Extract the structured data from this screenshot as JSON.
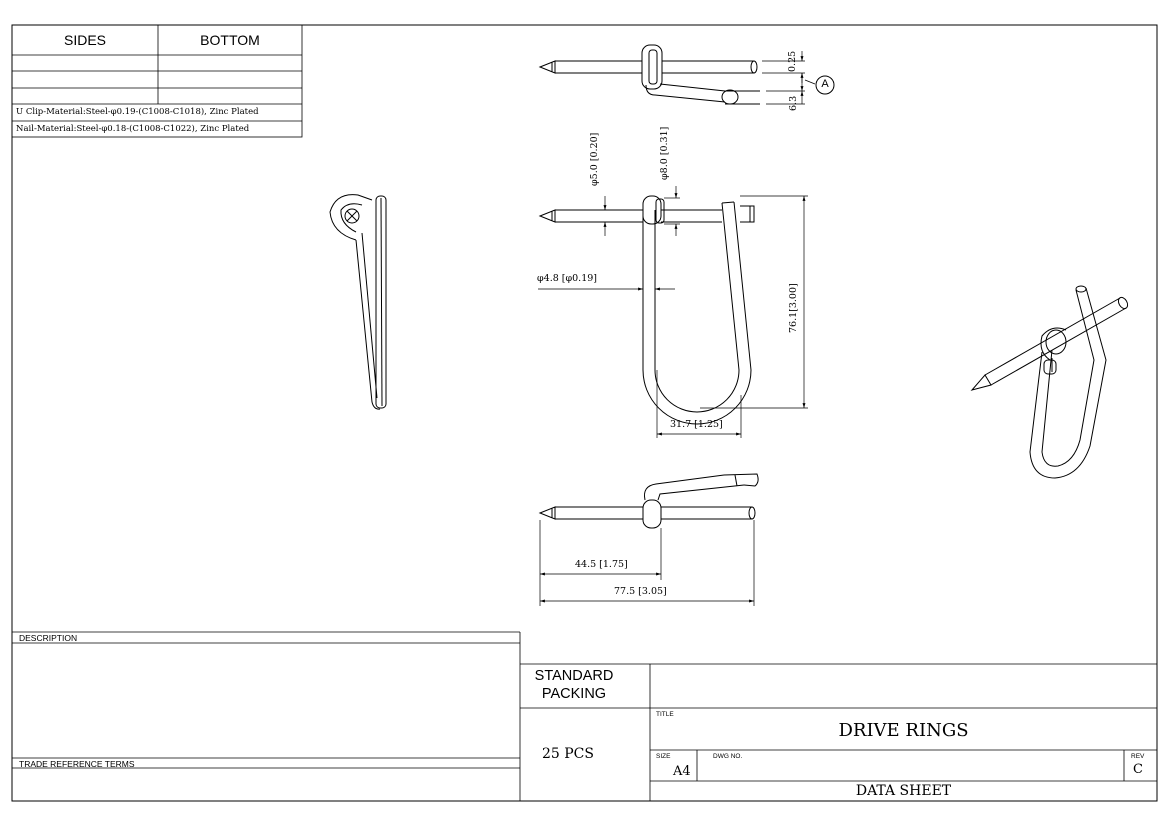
{
  "material_table": {
    "headers": [
      "SIDES",
      "BOTTOM"
    ],
    "materials": [
      "U Clip-Material:Steel-φ0.19-(C1008-C1018), Zinc Plated",
      "Nail-Material:Steel-φ0.18-(C1008-C1022), Zinc Plated"
    ]
  },
  "dimensions": {
    "thickness_top": "0.25",
    "gap_top": "6.3",
    "detail_ref": "A",
    "nail_dia": "φ5.0 [0.20]",
    "head_dia": "φ8.0 [0.31]",
    "wire_dia": "φ4.8 [φ0.19]",
    "height": "76.1[3.00]",
    "width": "31.7 [1.25]",
    "nail_to_clip": "44.5 [1.75]",
    "overall_length": "77.5 [3.05]"
  },
  "title_block": {
    "description_label": "DESCRIPTION",
    "trade_label": "TRADE REFERENCE TERMS",
    "packing_label_1": "STANDARD",
    "packing_label_2": "PACKING",
    "packing_value": "25 PCS",
    "title_label": "TITLE",
    "title": "DRIVE RINGS",
    "size_label": "SIZE",
    "size_value": "A4",
    "dwg_label": "DWG NO.",
    "rev_label": "REV",
    "rev_value": "C",
    "sheet_label": "DATA SHEET"
  }
}
